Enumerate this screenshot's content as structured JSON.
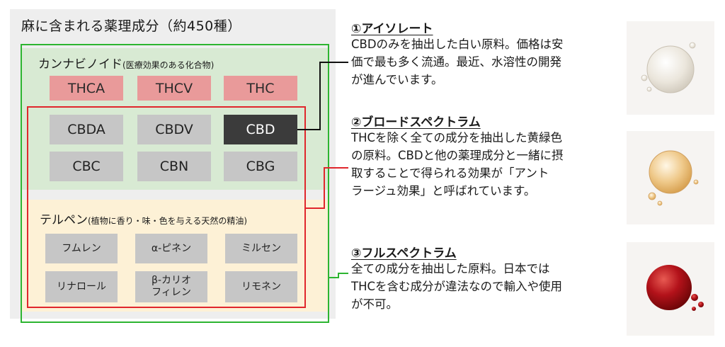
{
  "diagram": {
    "outer_title": "麻に含まれる薬理成分（約450種）",
    "cannabinoid": {
      "title": "カンナビノイド",
      "subtitle": "(医療効果のある化合物)",
      "row1": [
        "THCA",
        "THCV",
        "THC"
      ],
      "row2": [
        "CBDA",
        "CBDV",
        "CBD"
      ],
      "row3": [
        "CBC",
        "CBN",
        "CBG"
      ]
    },
    "terpene": {
      "title": "テルペン",
      "subtitle": "(植物に香り・味・色を与える天然の精油)",
      "row1": [
        "フムレン",
        "α-ピネン",
        "ミルセン"
      ],
      "row2": [
        "リナロール",
        "β-カリオ",
        "フィレン",
        "リモネン"
      ]
    }
  },
  "descriptions": [
    {
      "heading": "①アイソレート",
      "lines": [
        "CBDのみを抽出した白い原料。価格は安",
        "価で最も多く流通。最近、水溶性の開発",
        "が進んでいます。"
      ]
    },
    {
      "heading": "②ブロードスペクトラム",
      "lines": [
        "THCを除く全ての成分を抽出した黄緑色",
        "の原料。CBDと他の薬理成分と一緒に摂",
        "取することで得られる効果が「アント",
        "ラージュ効果」と呼ばれています。"
      ]
    },
    {
      "heading": "③フルスペクトラム",
      "lines": [
        "全ての成分を抽出した原料。日本では",
        "THCを含む成分が違法なので輸入や使用",
        "が不可。"
      ]
    }
  ],
  "colors": {
    "thc_group": "#e99a9a",
    "cbd_highlight": "#3b3b3b",
    "cannabinoid_zone": "#d8ead3",
    "terpene_zone": "#fdf1d6",
    "full_spectrum_frame": "#2db531",
    "broad_spectrum_frame": "#e0262c",
    "isolate_drop": "#ebe6dc",
    "broad_drop": "#efc98a",
    "full_drop": "#b3121a"
  }
}
